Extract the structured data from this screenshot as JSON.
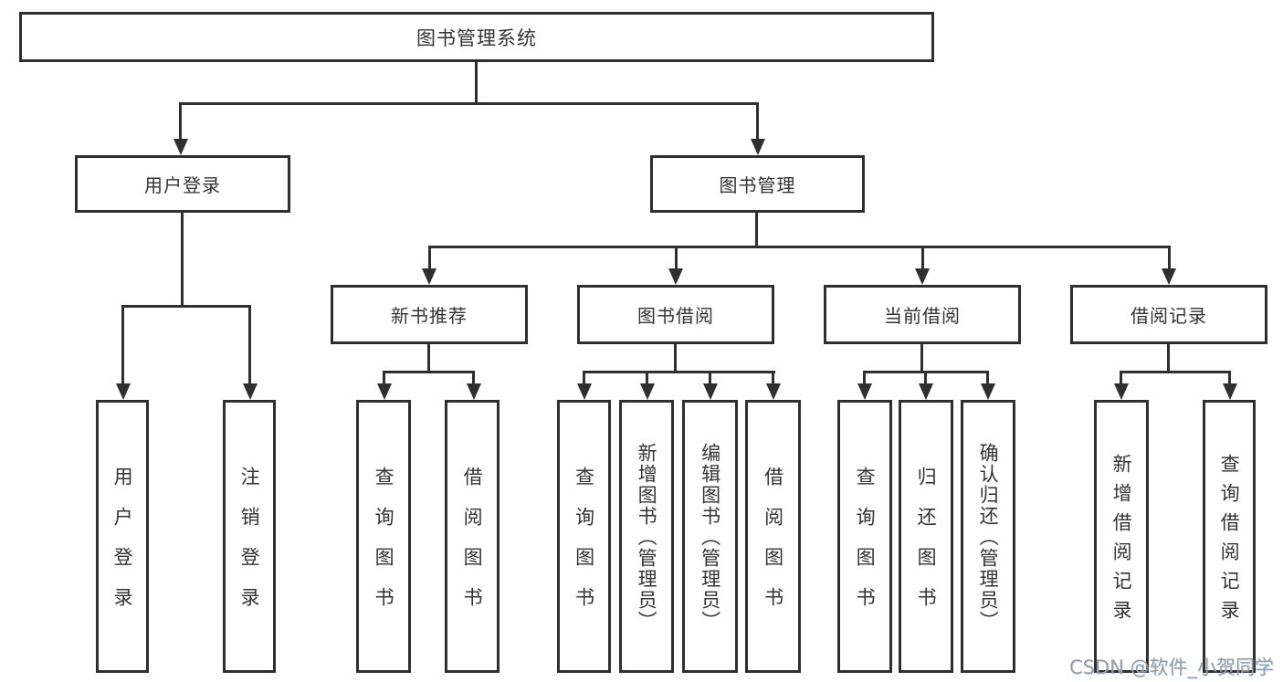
{
  "diagram": {
    "root": "图书管理系统",
    "level2": [
      "用户登录",
      "图书管理"
    ],
    "level3": [
      "新书推荐",
      "图书借阅",
      "当前借阅",
      "借阅记录"
    ],
    "leaves_user_login": [
      "用户登录",
      "注销登录"
    ],
    "leaves_new_book": [
      "查询图书",
      "借阅图书"
    ],
    "leaves_book_borrow": [
      "查询图书",
      "新增图书（管理员）",
      "编辑图书（管理员）",
      "借阅图书"
    ],
    "leaves_current_borrow": [
      "查询图书",
      "归还图书",
      "确认归还（管理员）"
    ],
    "leaves_borrow_records": [
      "新增借阅记录",
      "查询借阅记录"
    ]
  },
  "watermark": "CSDN @软件_小贺同学",
  "colors": {
    "line": "#2f2f2f",
    "box_background": "#ffffff",
    "text": "#333333",
    "watermark": "#9c9c9c"
  }
}
